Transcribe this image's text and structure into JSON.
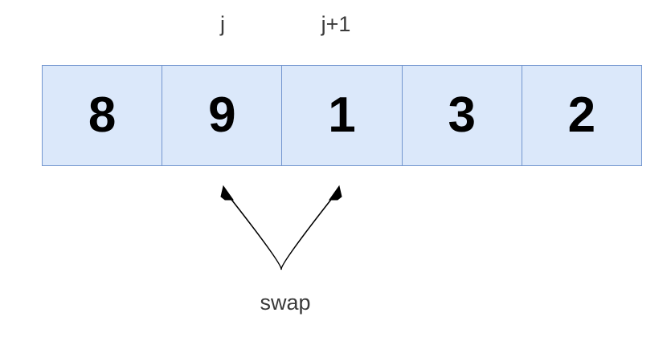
{
  "diagram": {
    "title": "bubble-sort-swap-step",
    "colors": {
      "cell_fill": "#dbe8fa",
      "cell_border": "#7396cf",
      "value_text": "#000000",
      "label_text": "#3a3a3a",
      "arrow_stroke": "#000000",
      "background": "#ffffff"
    },
    "array": {
      "cells": [
        {
          "value": "8",
          "index_label": ""
        },
        {
          "value": "9",
          "index_label": "j"
        },
        {
          "value": "1",
          "index_label": "j+1"
        },
        {
          "value": "3",
          "index_label": ""
        },
        {
          "value": "2",
          "index_label": ""
        }
      ]
    },
    "index_labels": {
      "j": "j",
      "j_plus_1": "j+1"
    },
    "annotation": {
      "caption": "swap",
      "arrow_type": "double-headed-v",
      "points_to": [
        "9",
        "1"
      ]
    }
  }
}
